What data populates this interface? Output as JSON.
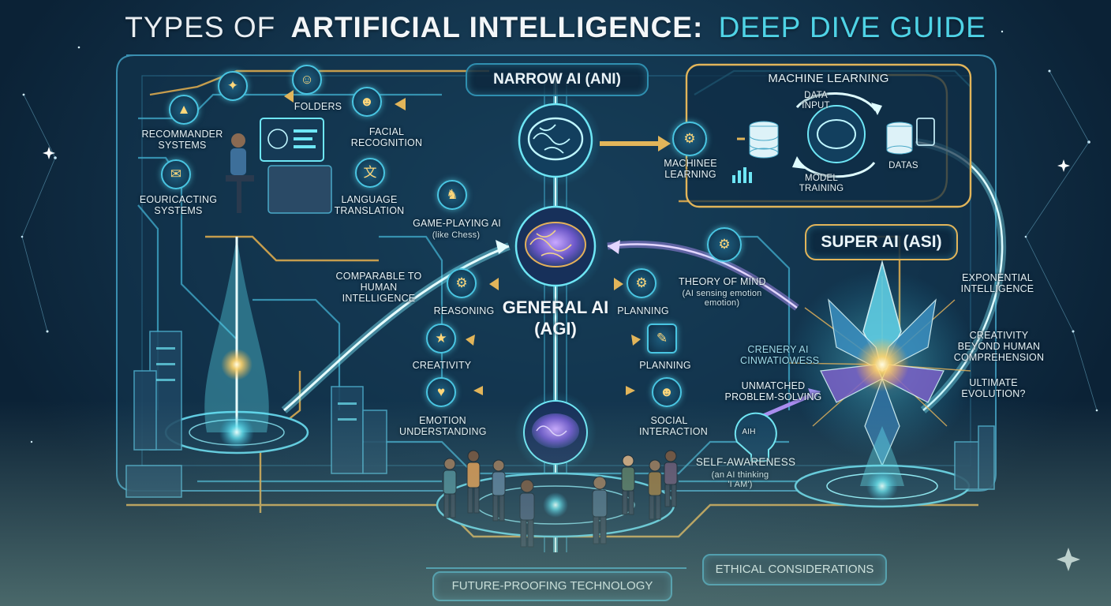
{
  "title": {
    "part1": "TYPES OF",
    "part2": "ARTIFICIAL INTELLIGENCE:",
    "part3": "DEEP DIVE GUIDE"
  },
  "narrow_ai": {
    "banner": "NARROW AI (ANI)",
    "items": {
      "folders": "FOLDERS",
      "facial": "FACIAL RECOGNITION",
      "recommender": "RECOMMANDER SYSTEMS",
      "eouricacting": "EOURICACTING SYSTEMS",
      "language": "LANGUAGE TRANSLATION",
      "game": "GAME-PLAYING AI",
      "game_note": "(like Chess)"
    }
  },
  "machine_learning": {
    "title": "MACHINE LEARNING",
    "machine": "MACHINEE LEARNING",
    "data_input": "DATA INPUT",
    "model_training": "MODEL TRAINING",
    "datas": "DATAS"
  },
  "general_ai": {
    "hub_line1": "GENERAL AI",
    "hub_line2": "(AGI)",
    "comparable": "COMPARABLE TO HUMAN INTELLIGENCE",
    "reasoning": "REASONING",
    "planning_top": "PLANNING",
    "creativity": "CREATIVITY",
    "planning_mid": "PLANNING",
    "emotion": "EMOTION UNDERSTANDING",
    "social": "SOCIAL INTERACTION",
    "theory": "THEORY OF MIND",
    "theory_note": "(AI sensing emotion emotion)"
  },
  "super_ai": {
    "banner": "SUPER AI (ASI)",
    "exponential": "EXPONENTIAL INTELLIGENCE",
    "creativity_beyond": "CREATIVITY BEYOND HUMAN COMPREHENSION",
    "ultimate": "ULTIMATE EVOLUTION?",
    "crenery": "CRENERY AI CINWATIOWESS",
    "unmatched": "UNMATCHED PROBLEM-SOLVING",
    "self_awareness": "SELF-AWARENESS",
    "self_note": "(an AI thinking 'I AM')",
    "head_label": "AIH"
  },
  "footer": {
    "future": "FUTURE-PROOFING TECHNOLOGY",
    "ethical": "ETHICAL CONSIDERATIONS"
  },
  "colors": {
    "accent_cyan": "#4fd3e6",
    "accent_gold": "#e2b55a",
    "accent_purple": "#a27be6",
    "background": "#12324a"
  }
}
